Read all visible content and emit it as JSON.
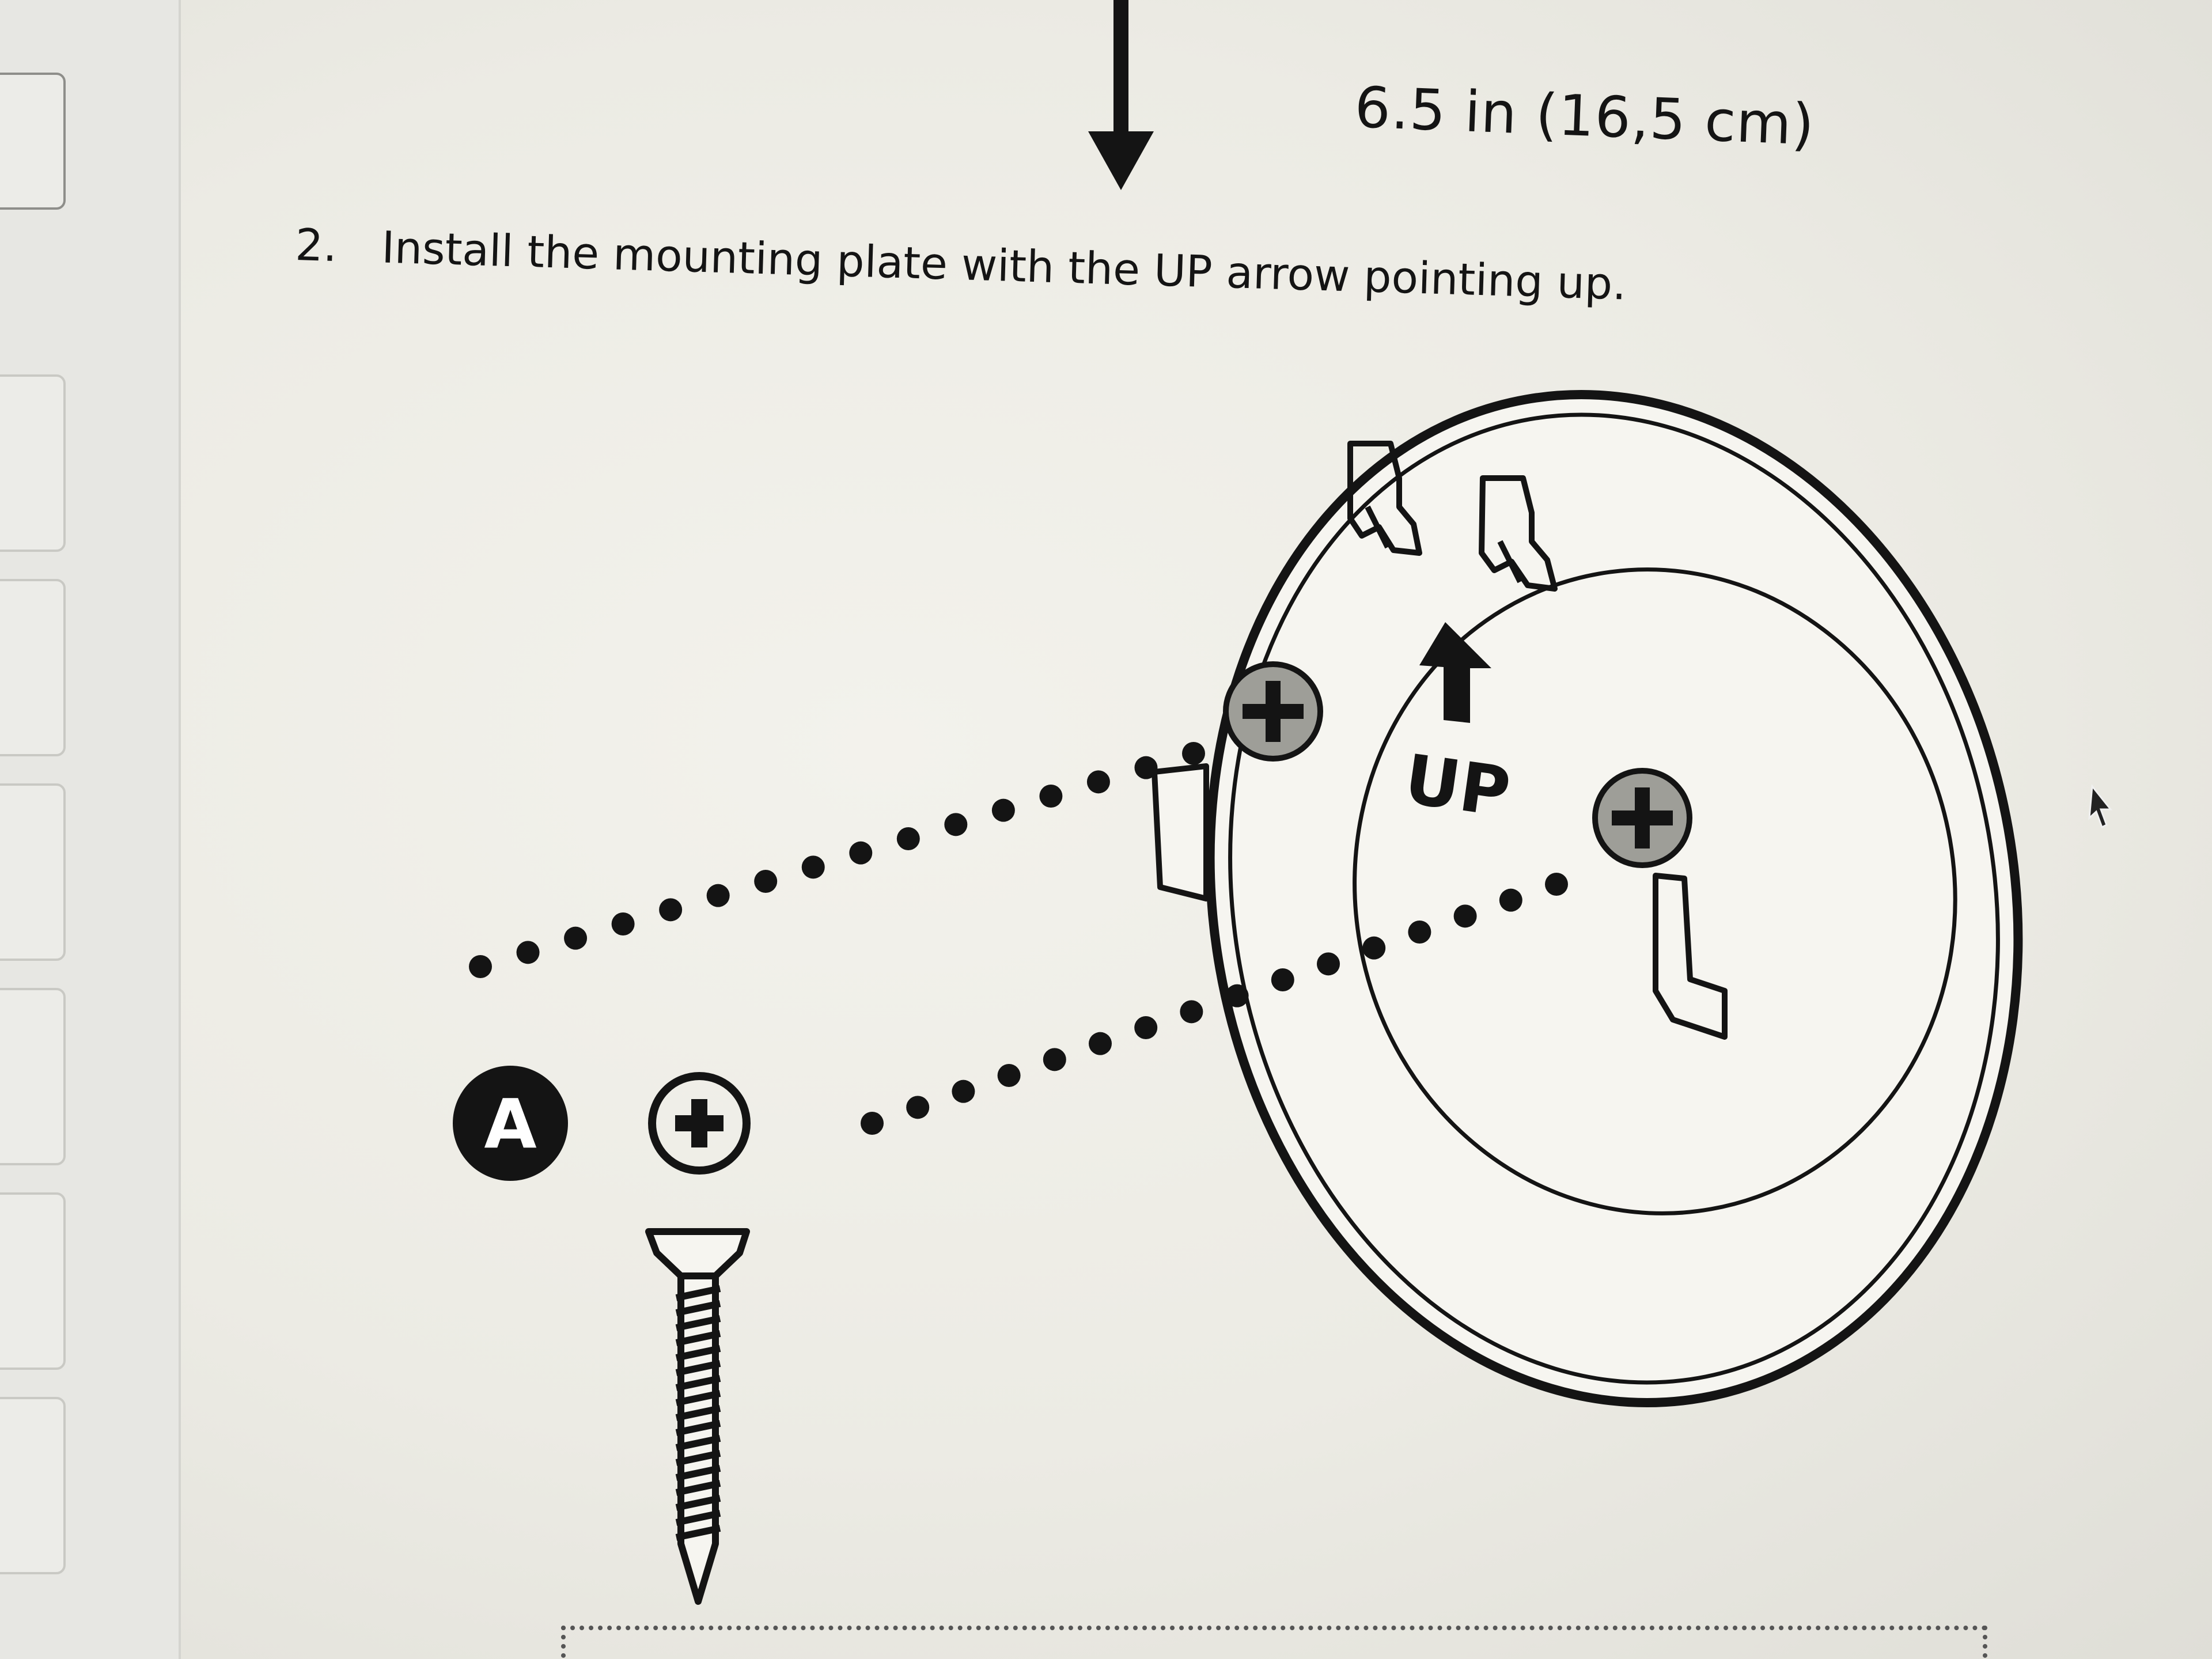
{
  "dimension": {
    "label": "6.5 in (16,5 cm)"
  },
  "step": {
    "number": "2.",
    "text": "Install the mounting plate with the UP arrow pointing up."
  },
  "plate": {
    "up_label": "UP"
  },
  "parts": {
    "badge_letter": "A"
  },
  "colors": {
    "ink": "#141414",
    "screw_head": "#9e9e98",
    "page": "#f0efe9"
  }
}
